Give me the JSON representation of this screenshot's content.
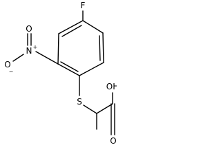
{
  "molecule": {
    "atoms": {
      "fluorine": "F",
      "nitro_nitrogen": "N",
      "nitro_nitrogen_charge": "+",
      "nitro_oxygen_top": "O",
      "nitro_oxygen_left": "O",
      "nitro_oxygen_charge": "−",
      "sulfur": "S",
      "hydroxyl": "OH",
      "carbonyl_oxygen": "O"
    }
  }
}
